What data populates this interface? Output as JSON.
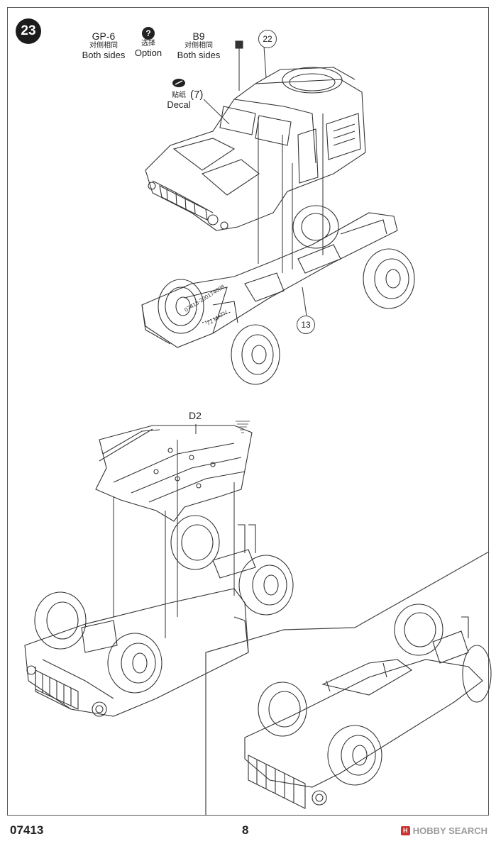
{
  "step": {
    "number": "23"
  },
  "callouts": {
    "gp6": {
      "code": "GP-6",
      "cn": "对侧相同",
      "en": "Both sides"
    },
    "option": {
      "cn": "选择",
      "en": "Option",
      "icon": "question-icon"
    },
    "b9": {
      "code": "B9",
      "cn": "对侧相同",
      "en": "Both sides"
    },
    "decal": {
      "cn": "贴纸",
      "en": "Decal",
      "number": "(7)",
      "icon": "decal-icon"
    }
  },
  "parts": {
    "body": "22",
    "chassis": "13",
    "underplate": "D2"
  },
  "chassis_decal_text": "07413-200174008",
  "chassis_decal_text2": "'72 MATV",
  "footer": {
    "code": "07413",
    "page": "8",
    "brand": "HOBBY SEARCH"
  },
  "colors": {
    "ink": "#222222",
    "frame": "#555555",
    "brand_gray": "#9b9b9b"
  }
}
